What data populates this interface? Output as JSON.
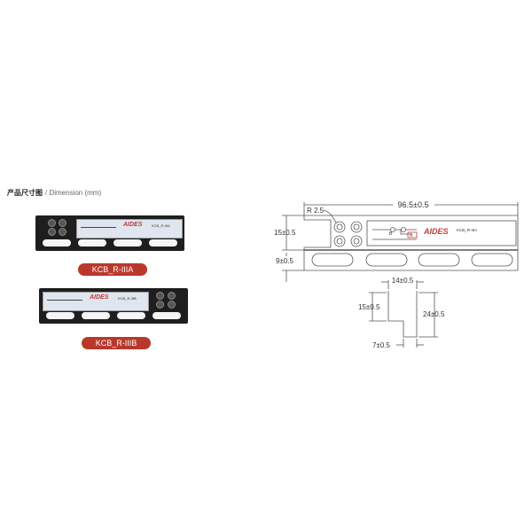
{
  "header": {
    "title_cn": "产品尺寸图",
    "title_en": "/ Dimension (mm)"
  },
  "products": [
    {
      "label": "KCB_R-IIIA",
      "brand": "AIDES",
      "model_text": "KCB_R-IIIA"
    },
    {
      "label": "KCB_R-IIIB",
      "brand": "AIDES",
      "model_text": "KCB_R-IIIB"
    }
  ],
  "drawing": {
    "overall_length": "96.5±0.5",
    "radius": "R 2.5",
    "height_upper": "15±0.5",
    "height_lower": "9±0.5",
    "profile_top_width": "14±0.5",
    "profile_left_height": "15±0.5",
    "profile_total_height": "24±0.5",
    "profile_bottom_width": "7±0.5",
    "panel_brand": "AIDES",
    "panel_model": "KCB_R-IIIA",
    "circuit_label_a": "A",
    "circuit_label_b": "B"
  },
  "colors": {
    "label_pill": "#b8392b",
    "brand": "#c23a3a",
    "product_body": "#1e1e1e"
  }
}
